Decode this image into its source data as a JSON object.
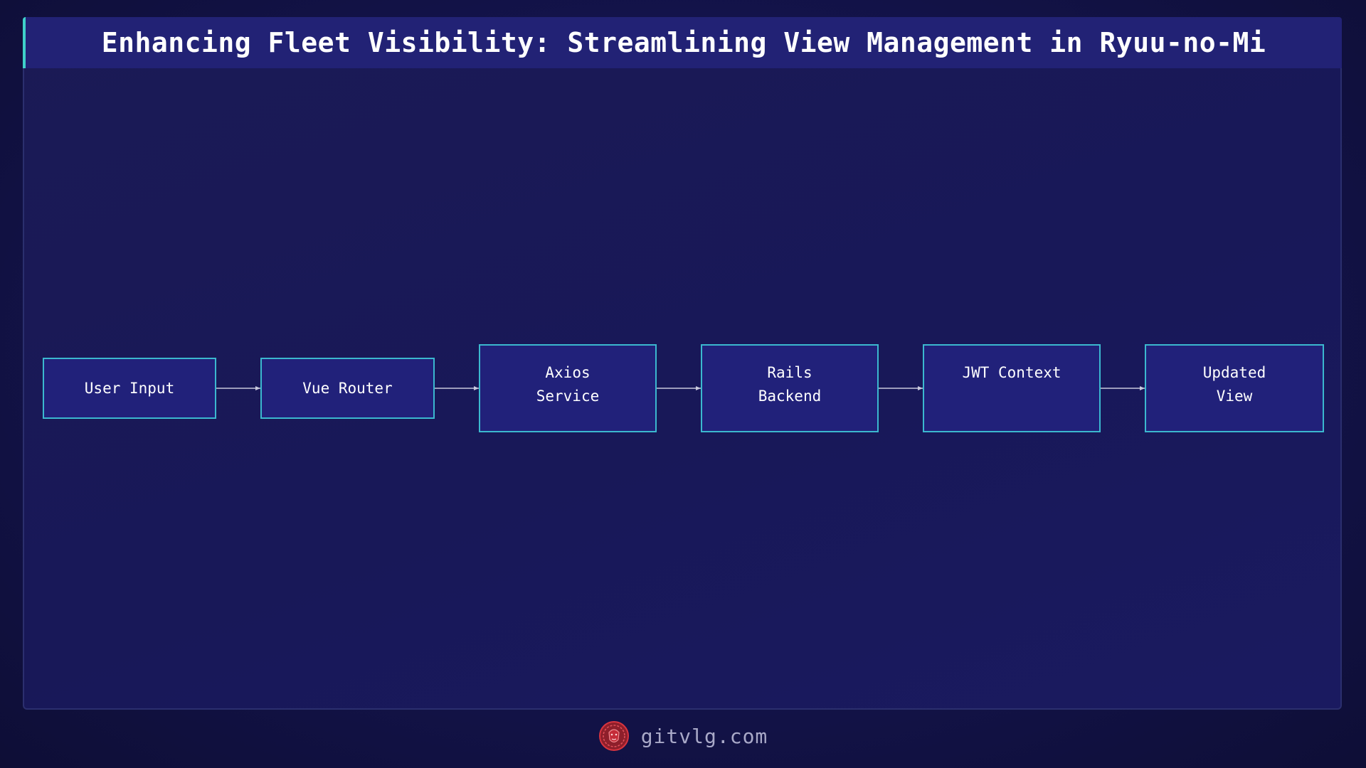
{
  "title": "Enhancing Fleet Visibility: Streamlining View Management in Ryuu-no-Mi",
  "nodes": [
    {
      "id": "user-input",
      "label": "User Input"
    },
    {
      "id": "vue-router",
      "label": "Vue Router"
    },
    {
      "id": "axios-service",
      "label": "Axios\nService"
    },
    {
      "id": "rails-backend",
      "label": "Rails\nBackend"
    },
    {
      "id": "jwt-context",
      "label": "JWT Context"
    },
    {
      "id": "updated-view",
      "label": "Updated\nView"
    }
  ],
  "edges": [
    [
      "user-input",
      "vue-router"
    ],
    [
      "vue-router",
      "axios-service"
    ],
    [
      "axios-service",
      "rails-backend"
    ],
    [
      "rails-backend",
      "jwt-context"
    ],
    [
      "jwt-context",
      "updated-view"
    ]
  ],
  "footer": {
    "site": "gitvlg.com",
    "logo_icon": "lion-logo-icon"
  },
  "colors": {
    "node_fill": "#21217a",
    "node_border": "#3bb8cf",
    "accent": "#3fd0c9",
    "arrow": "#c8c8dc",
    "logo": "#d8343f"
  }
}
